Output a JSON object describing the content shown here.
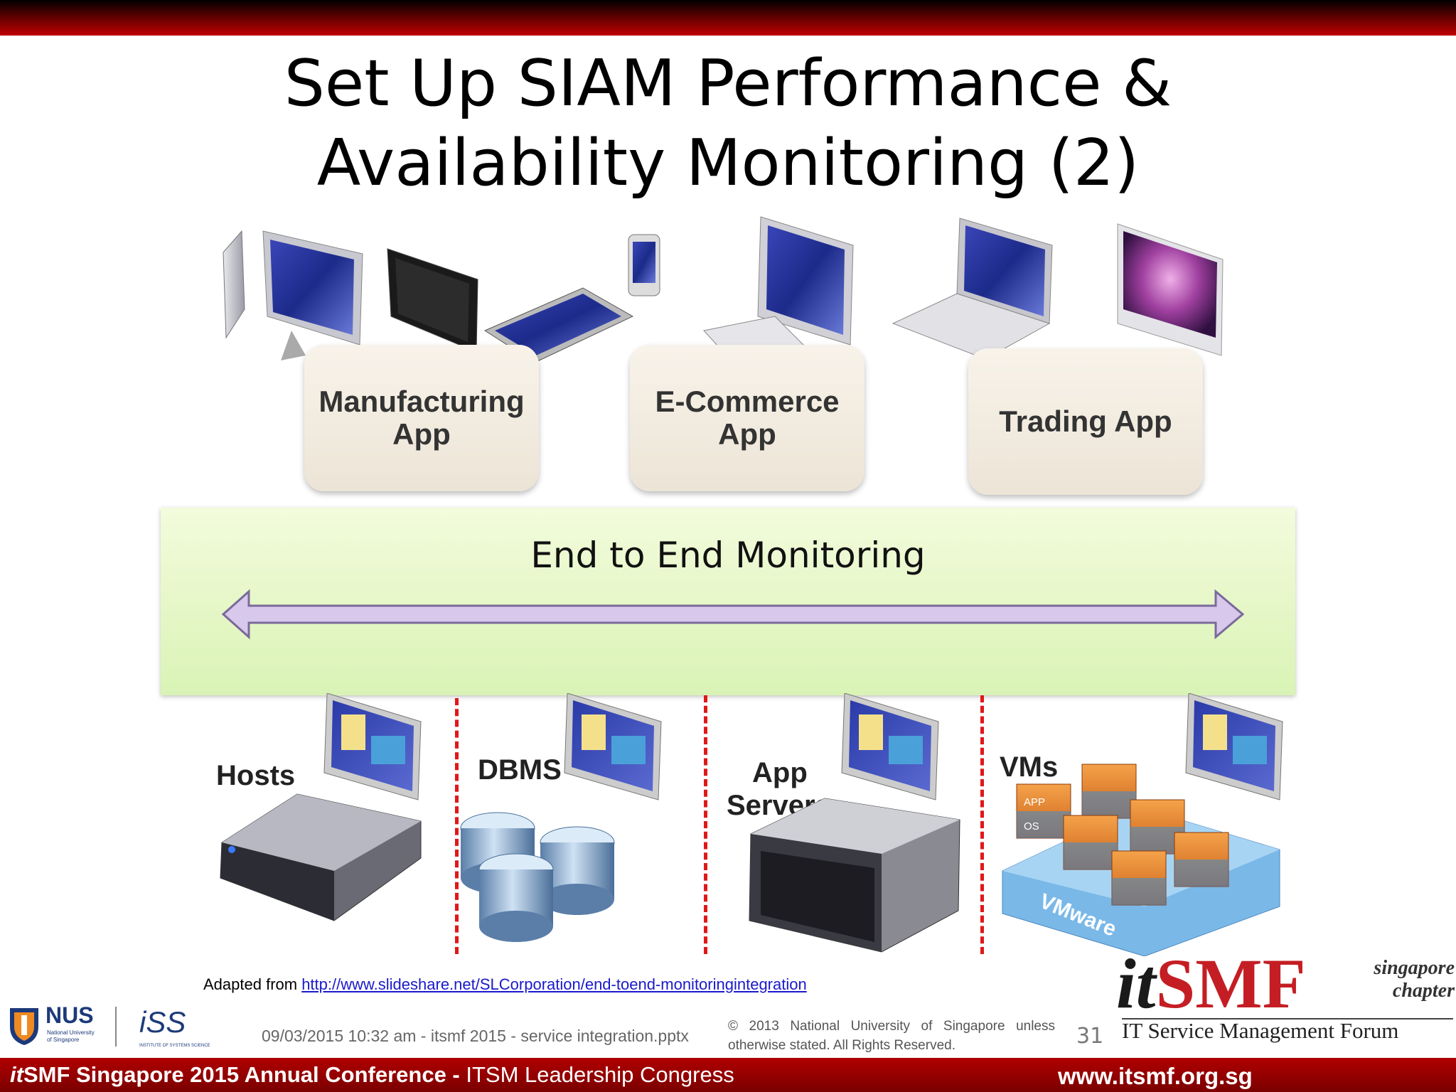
{
  "slide": {
    "title_line1": "Set Up SIAM Performance &",
    "title_line2": "Availability Monitoring (2)",
    "apps": [
      {
        "line1": "Manufacturing",
        "line2": "App"
      },
      {
        "line1": "E-Commerce",
        "line2": "App"
      },
      {
        "line1": "Trading App",
        "line2": ""
      }
    ],
    "band_label": "End to End Monitoring",
    "infrastructure": [
      {
        "label": "Hosts"
      },
      {
        "label": "DBMS"
      },
      {
        "label": "App Servers",
        "line1": "App",
        "line2": "Servers"
      },
      {
        "label": "VMs"
      }
    ],
    "vm_tiles": {
      "top": "APP",
      "bottom": "OS",
      "platform": "VMware"
    },
    "attribution_prefix": "Adapted from ",
    "attribution_link": "http://www.slideshare.net/SLCorporation/end-toend-monitoringintegration",
    "footer_file": "09/03/2015 10:32 am - itsmf 2015 - service integration.pptx",
    "copyright": "© 2013 National University of Singapore unless otherwise stated. All Rights Reserved.",
    "page_number": "31"
  },
  "logos": {
    "nus": {
      "name": "NUS",
      "subtitle_line1": "National University",
      "subtitle_line2": "of Singapore"
    },
    "iss": {
      "name": "iSS",
      "subtitle": "INSTITUTE OF SYSTEMS SCIENCE"
    },
    "itsmf": {
      "it": "it",
      "smf": "SMF",
      "chapter_line1": "singapore",
      "chapter_line2": "chapter",
      "tagline": "IT Service Management Forum"
    }
  },
  "footer_bar": {
    "prefix_italic": "it",
    "bold": "SMF Singapore 2015 Annual Conference - ",
    "normal": "ITSM Leadership Congress",
    "website": "www.itsmf.org.sg"
  },
  "colors": {
    "brand_red": "#c00000",
    "band_green": "#dff5bf",
    "arrow_lavender": "#d8c8ec",
    "divider_red": "#e01818"
  }
}
